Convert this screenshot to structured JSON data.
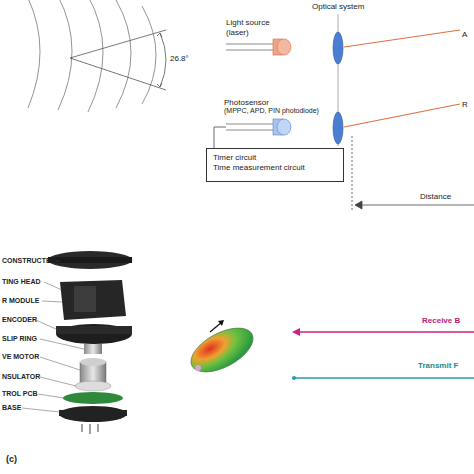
{
  "diagram": {
    "nodes": [
      {
        "text": [
          "Timer circuit",
          "Time measurement circuit"
        ]
      }
    ],
    "labels": [
      "26.8°",
      "Optical system",
      "Light source (laser)",
      "Photosensor",
      "(MPPC, APD, PIN photodiode)",
      "A",
      "R",
      "Distance",
      "CONSTRUCTED",
      "TING HEAD",
      "R MODULE",
      "ENCODER",
      "SLIP RING",
      "VE MOTOR",
      "NSULATOR",
      "TROL PCB",
      "BASE",
      "(c)",
      "Receive B",
      "Transmit F"
    ]
  }
}
